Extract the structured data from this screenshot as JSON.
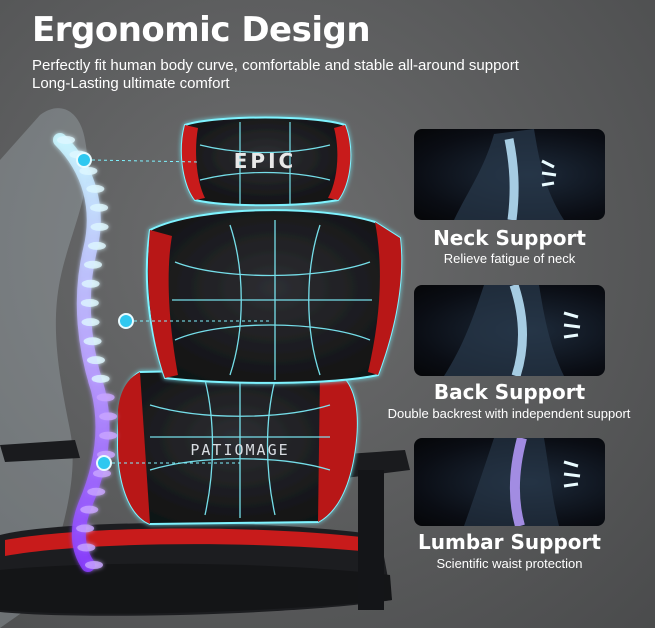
{
  "header": {
    "title": "Ergonomic Design",
    "subtitle": "Perfectly fit human body curve, comfortable and stable all-around support Long-Lasting ultimate comfort"
  },
  "chair": {
    "headrest_logo": "EPIC",
    "backrest_brand": "PATIOMAGE"
  },
  "features": [
    {
      "title": "Neck Support",
      "description": "Relieve fatigue of neck"
    },
    {
      "title": "Back Support",
      "description": "Double backrest with independent support"
    },
    {
      "title": "Lumbar Support",
      "description": "Scientific waist protection"
    }
  ],
  "colors": {
    "background": "#5f6061",
    "accent_red": "#d21e1e",
    "glow_cyan": "#7ff3ff",
    "spine_purple": "#a46bff"
  }
}
